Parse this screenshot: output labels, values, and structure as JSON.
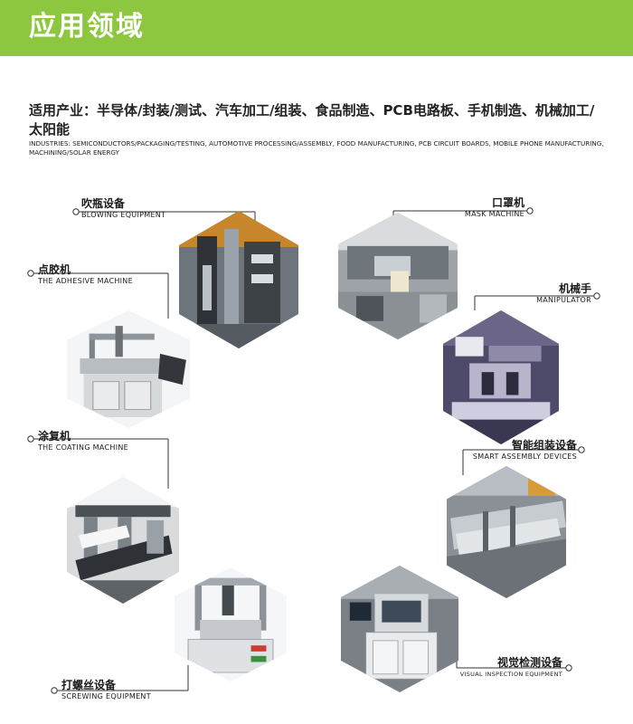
{
  "header": {
    "title": "应用领域",
    "accent": "#8dc63f"
  },
  "intro": {
    "cn": "适用产业：半导体/封装/测试、汽车加工/组装、食品制造、PCB电路板、手机制造、机械加工/太阳能",
    "en": "INDUSTRIES: SEMICONDUCTORS/PACKAGING/TESTING, AUTOMOTIVE PROCESSING/ASSEMBLY, FOOD MANUFACTURING, PCB CIRCUIT BOARDS, MOBILE PHONE MANUFACTURING, MACHINING/SOLAR ENERGY"
  },
  "applications": [
    {
      "cn": "吹瓶设备",
      "en": "BLOWING EQUIPMENT"
    },
    {
      "cn": "口罩机",
      "en": "MASK MACHINE"
    },
    {
      "cn": "点胶机",
      "en": "THE ADHESIVE MACHINE"
    },
    {
      "cn": "机械手",
      "en": "MANIPULATOR"
    },
    {
      "cn": "涂复机",
      "en": "THE COATING MACHINE"
    },
    {
      "cn": "智能组装设备",
      "en": "SMART ASSEMBLY DEVICES"
    },
    {
      "cn": "打螺丝设备",
      "en": "SCREWING EQUIPMENT"
    },
    {
      "cn": "视觉检测设备",
      "en": "VISUAL INSPECTION EQUIPMENT"
    }
  ]
}
